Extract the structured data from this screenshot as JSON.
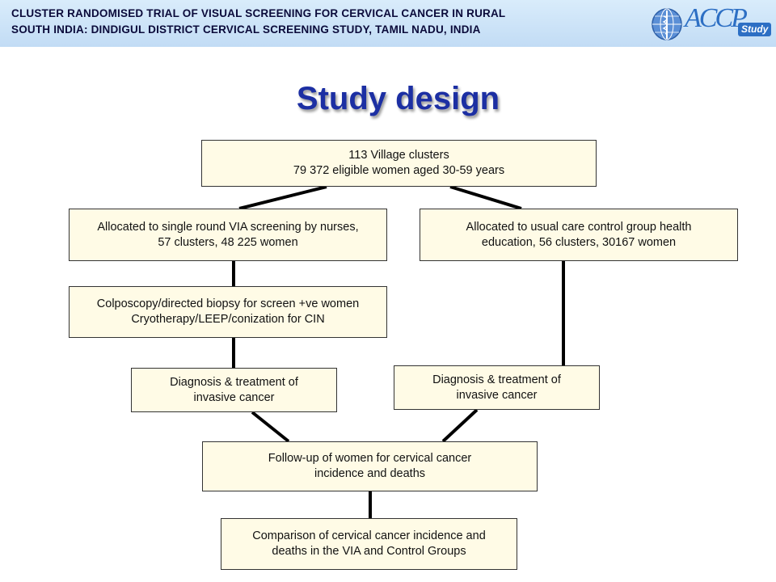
{
  "header": {
    "title_line1": "CLUSTER RANDOMISED TRIAL OF VISUAL SCREENING FOR CERVICAL CANCER IN RURAL",
    "title_line2": "SOUTH INDIA: DINDIGUL DISTRICT CERVICAL SCREENING STUDY, TAMIL NADU, INDIA",
    "logo_text": "ACCP",
    "logo_badge": "Study"
  },
  "page_title": "Study design",
  "flow": {
    "top": {
      "line1": "113 Village clusters",
      "line2": "79 372 eligible women aged 30-59 years"
    },
    "via_arm": {
      "line1": "Allocated to single round VIA screening by nurses,",
      "line2": "57 clusters, 48 225 women"
    },
    "control_arm": {
      "line1": "Allocated to usual care control group health",
      "line2": "education, 56 clusters, 30167 women"
    },
    "colposcopy": {
      "line1": "Colposcopy/directed biopsy for screen +ve women",
      "line2": "Cryotherapy/LEEP/conization for CIN"
    },
    "dx_via": {
      "line1": "Diagnosis & treatment of",
      "line2": "invasive cancer"
    },
    "dx_control": {
      "line1": "Diagnosis & treatment of",
      "line2": "invasive cancer"
    },
    "followup": {
      "line1": "Follow-up of women for cervical cancer",
      "line2": "incidence and deaths"
    },
    "comparison": {
      "line1": "Comparison of cervical cancer incidence and",
      "line2": "deaths in the VIA and Control Groups"
    }
  },
  "colors": {
    "header_band": "#c8e0f6",
    "title": "#1c2fa3",
    "box_fill": "#fffbe6",
    "connector": "#000000"
  }
}
